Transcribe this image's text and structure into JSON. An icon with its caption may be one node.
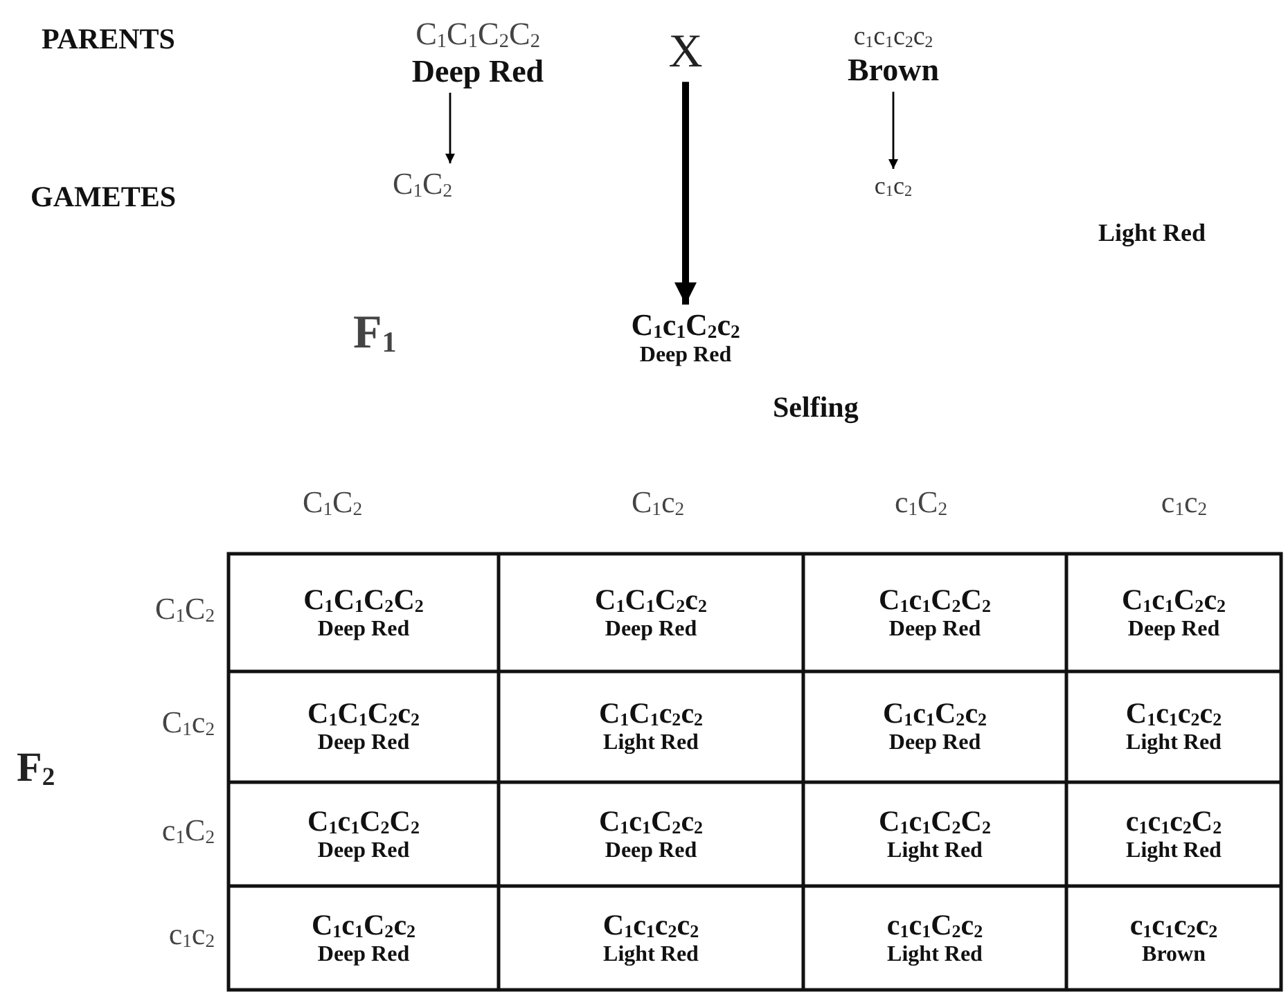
{
  "diagram": {
    "nodes": [
      {
        "text": [
          "C$_{1}$C$_{1}$C$_{2}$C$_{2}$",
          "Deep Red"
        ]
      },
      {
        "text": [
          "C$_{1}$C$_{2}$"
        ]
      },
      {
        "text": [
          "X"
        ]
      },
      {
        "text": [
          "c$_{1}$c$_{1}$c$_{2}$c$_{2}$",
          "Brown"
        ]
      },
      {
        "text": [
          "c$_{1}$c$_{2}$"
        ]
      },
      {
        "text": [
          "C$_{1}$c$_{1}$C$_{2}$c$_{2}$",
          "Deep Red"
        ]
      }
    ],
    "edges": [
      {
        "from": 0,
        "to": 1,
        "arrow": "to"
      },
      {
        "from": 3,
        "to": 4,
        "arrow": "to"
      },
      {
        "from": 2,
        "to": 5,
        "arrow": "to",
        "style": "thick"
      }
    ],
    "labels": [
      "PARENTS",
      "GAMETES",
      "Light Red",
      "F$_{1}$",
      "Selfing",
      "C$_{1}$C$_{2}$",
      "C$_{1}$c$_{2}$",
      "c$_{1}$C$_{2}$",
      "c$_{1}$c$_{2}$",
      "F$_{2}$",
      "C$_{1}$C$_{2}$",
      "C$_{1}$C$_{1}$C$_{2}$C$_{2}$",
      "Deep Red",
      "C$_{1}$C$_{1}$C$_{2}$c$_{2}$",
      "Deep Red",
      "C$_{1}$c$_{1}$C$_{2}$C$_{2}$",
      "Deep Red",
      "C$_{1}$c$_{1}$C$_{2}$c$_{2}$",
      "Deep Red",
      "C$_{1}$c$_{2}$",
      "C$_{1}$C$_{1}$C$_{2}$c$_{2}$",
      "Deep Red",
      "C$_{1}$C$_{1}$c$_{2}$c$_{2}$",
      "Light Red",
      "C$_{1}$c$_{1}$C$_{2}$c$_{2}$",
      "Deep Red",
      "C$_{1}$c$_{1}$c$_{2}$c$_{2}$",
      "Light Red",
      "c$_{1}$C$_{2}$",
      "C$_{1}$c$_{1}$C$_{2}$C$_{2}$",
      "Deep Red",
      "C$_{1}$c$_{1}$C$_{2}$c$_{2}$",
      "Deep Red",
      "C$_{1}$c$_{1}$C$_{2}$C$_{2}$",
      "Light Red",
      "c$_{1}$c$_{1}$c$_{2}$C$_{2}$",
      "Light Red",
      "c$_{1}$c$_{2}$",
      "C$_{1}$c$_{1}$C$_{2}$c$_{2}$",
      "Deep Red",
      "C$_{1}$c$_{1}$c$_{2}$c$_{2}$",
      "Light Red",
      "c$_{1}$c$_{1}$C$_{2}$c$_{2}$",
      "Light Red",
      "c$_{1}$c$_{1}$c$_{2}$c$_{2}$",
      "Brown"
    ]
  }
}
